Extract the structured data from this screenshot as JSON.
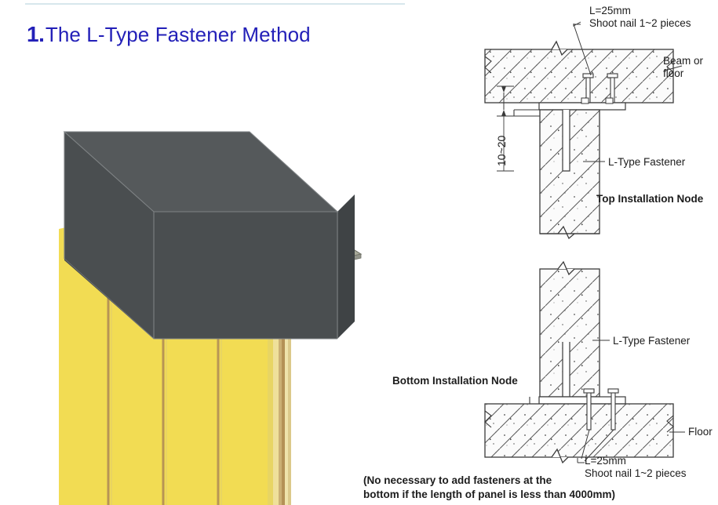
{
  "title": {
    "number": "1",
    "dot": ".",
    "text": "The L-Type Fastener Method"
  },
  "illustration": {
    "name": "l-type-fastener-3d-illustration",
    "beam_color": "#4a4e50",
    "beam_top_color": "#55595b",
    "beam_end_color": "#3f4345",
    "panel_color": "#f2dc53",
    "panel_seam_color": "#b49156",
    "panel_edge_light": "#efe09a",
    "bracket_color": "#a8aa9a",
    "bracket_shadow": "#8e9082"
  },
  "top_node": {
    "label_nail_line1": "L=25mm",
    "label_nail_line2": "Shoot nail 1~2 pieces",
    "label_beam_line1": "Beam or",
    "label_beam_line2": "floor",
    "label_dimension": "10~20",
    "label_fastener": "L-Type Fastener",
    "caption": "Top Installation Node"
  },
  "bottom_node": {
    "label_fastener": "L-Type Fastener",
    "caption": "Bottom Installation Node",
    "label_floor": "Floor",
    "label_nail_line1": "L=25mm",
    "label_nail_line2": "Shoot nail 1~2 pieces"
  },
  "footnote": {
    "line1": "(No necessary to add fasteners at the",
    "line2": "bottom if the length of panel is less than 4000mm)"
  },
  "colors": {
    "title_blue": "#2320b8",
    "rule_blue": "#d7e7ec",
    "ink": "#1c1c1c",
    "concrete_line": "#5a5a5a"
  }
}
